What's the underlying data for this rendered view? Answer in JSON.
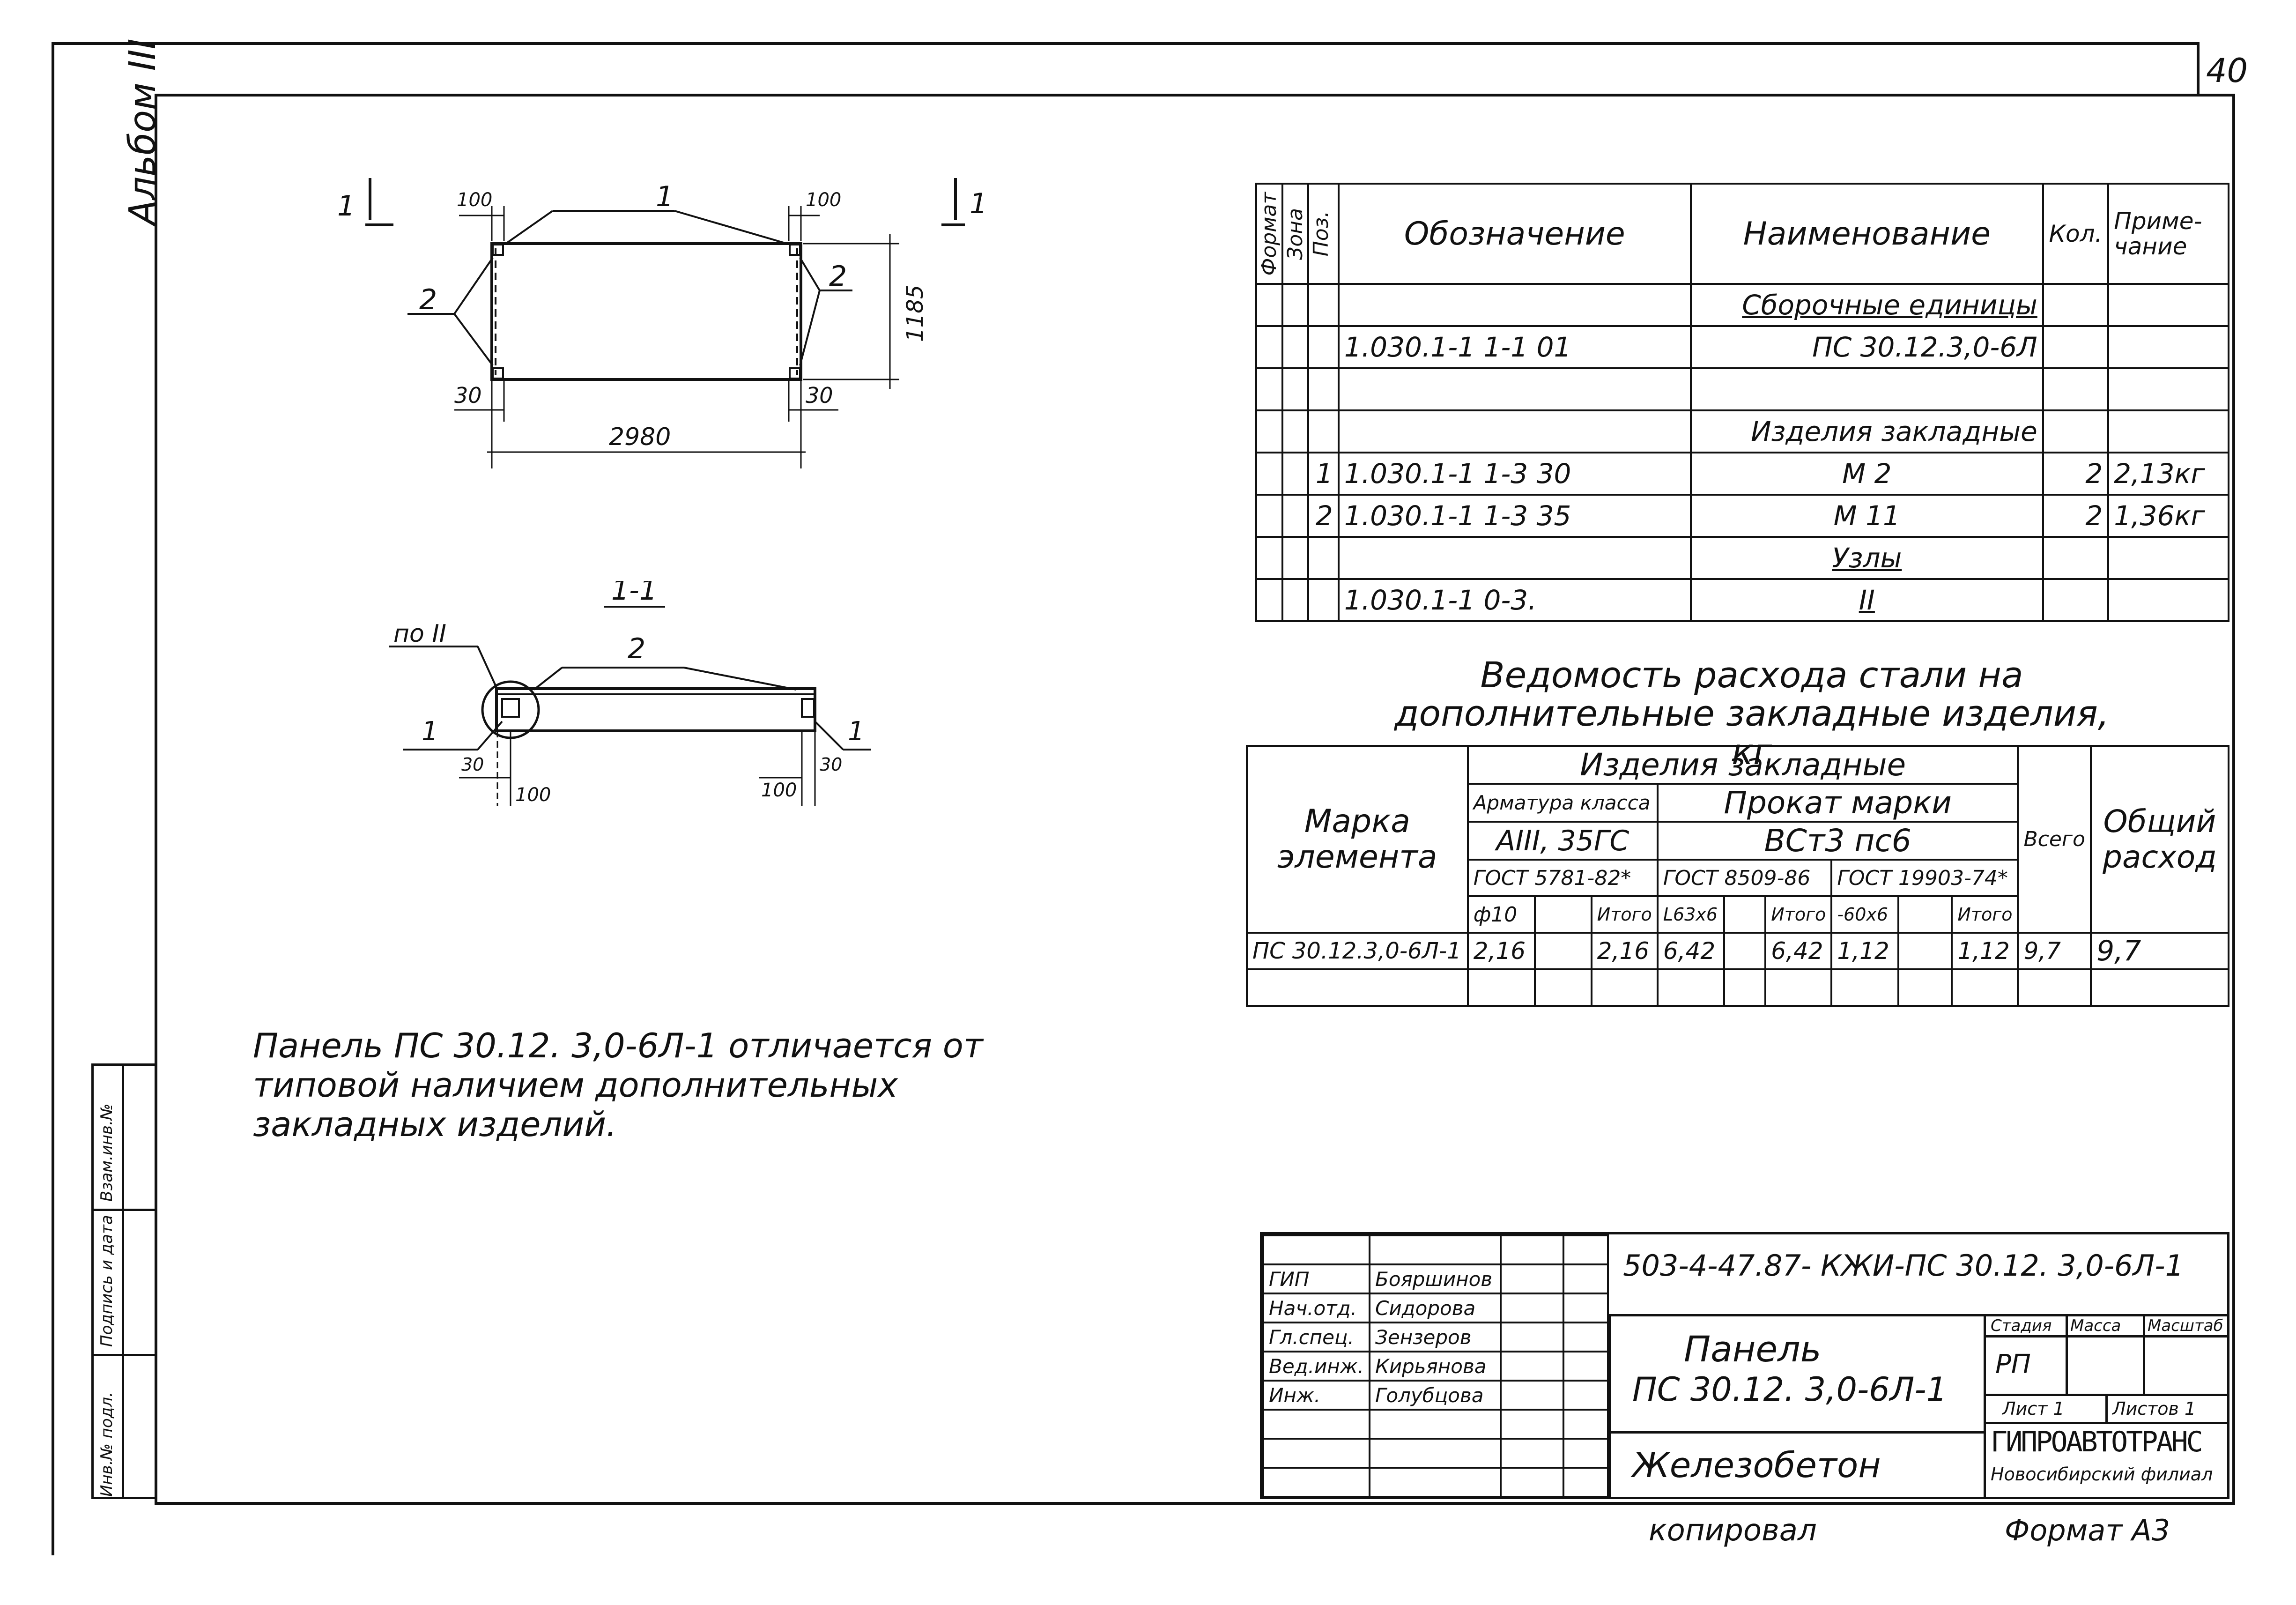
{
  "sheet_number": "40",
  "album_label": "Альбом III",
  "left_strip": {
    "cells": [
      "Инв.№ подл.",
      "Подпись и дата",
      "Взам.инв.№"
    ]
  },
  "plan_view": {
    "section_mark_left": "1",
    "section_mark_right": "1",
    "callout_1": "1",
    "callout_2_left": "2",
    "callout_2_right": "2",
    "dim_top_left": "100",
    "dim_top_right": "100",
    "dim_height": "1185",
    "dim_bottom_left": "30",
    "dim_bottom_right": "30",
    "dim_length": "2980"
  },
  "section_view": {
    "title": "1-1",
    "callout_2": "2",
    "node_ref": "по II",
    "callout_1_left": "1",
    "callout_1_right": "1",
    "dim_30_left": "30",
    "dim_30_right": "30",
    "dim_100_left": "100",
    "dim_100_right": "100"
  },
  "note": {
    "line1": "Панель ПС 30.12. 3,0-6Л-1 отличается от",
    "line2": "типовой наличием дополнительных",
    "line3": "закладных изделий."
  },
  "spec_table": {
    "headers": {
      "format": "Формат",
      "zone": "Зона",
      "pos": "Поз.",
      "designation": "Обозначение",
      "name": "Наименование",
      "qty": "Кол.",
      "note": "Приме-чание"
    },
    "rows": [
      {
        "pos": "",
        "designation": "",
        "name": "Сборочные единицы",
        "qty": "",
        "note": ""
      },
      {
        "pos": "",
        "designation": "1.030.1-1  1-1  01",
        "name": "ПС 30.12.3,0-6Л",
        "qty": "",
        "note": ""
      },
      {
        "pos": "",
        "designation": "",
        "name": "",
        "qty": "",
        "note": ""
      },
      {
        "pos": "",
        "designation": "",
        "name": "Изделия закладные",
        "qty": "",
        "note": ""
      },
      {
        "pos": "1",
        "designation": "1.030.1-1  1-3  30",
        "name": "М 2",
        "qty": "2",
        "note": "2,13кг"
      },
      {
        "pos": "2",
        "designation": "1.030.1-1  1-3  35",
        "name": "М 11",
        "qty": "2",
        "note": "1,36кг"
      },
      {
        "pos": "",
        "designation": "",
        "name": "Узлы",
        "qty": "",
        "note": ""
      },
      {
        "pos": "",
        "designation": "1.030.1-1    0-3.",
        "name": "II",
        "qty": "",
        "note": ""
      }
    ]
  },
  "steel_title": {
    "line1": "Ведомость расхода стали на",
    "line2": "дополнительные закладные изделия, кг"
  },
  "steel_table": {
    "mark_header": "Марка элемента",
    "embedded_header": "Изделия  закладные",
    "rebar_header": "Арматура класса",
    "rebar_class": "АIII, 35ГС",
    "rolled_header": "Прокат  марки",
    "rolled_grade": "ВСт3 пс6",
    "gost1": "ГОСТ 5781-82*",
    "gost2": "ГОСТ 8509-86",
    "gost3": "ГОСТ 19903-74*",
    "sub1": "ф10",
    "sub2": "Итого",
    "sub3": "L63х6",
    "sub4": "Итого",
    "sub5": "-60х6",
    "sub6": "Итого",
    "total_header": "Всего",
    "overall_header": "Общий расход",
    "row": {
      "mark": "ПС 30.12.3,0-6Л-1",
      "v1": "2,16",
      "v2": "",
      "v3": "2,16",
      "v4": "6,42",
      "v5": "",
      "v6": "6,42",
      "v7": "1,12",
      "v8": "",
      "v9": "1,12",
      "total": "9,7",
      "overall": "9,7"
    }
  },
  "stamp": {
    "code": "503-4-47.87-  КЖИ-ПС 30.12. 3,0-6Л-1",
    "roles": [
      "ГИП",
      "Нач.отд.",
      "Гл.спец.",
      "Вед.инж.",
      "Инж."
    ],
    "names": [
      "Бояршинов",
      "Сидорова",
      "Зензеров",
      "Кирьянова",
      "Голубцова"
    ],
    "title_line1": "Панель",
    "title_line2": "ПС 30.12. 3,0-6Л-1",
    "stage_label": "Стадия",
    "mass_label": "Масса",
    "scale_label": "Масштаб",
    "stage_value": "РП",
    "sheet_label": "Лист 1",
    "sheets_label": "Листов 1",
    "material": "Железобетон",
    "org_name": "ГИПРОАВТОТРАНС",
    "org_branch": "Новосибирский филиал"
  },
  "footer": {
    "copied": "копировал",
    "format": "Формат А3"
  }
}
